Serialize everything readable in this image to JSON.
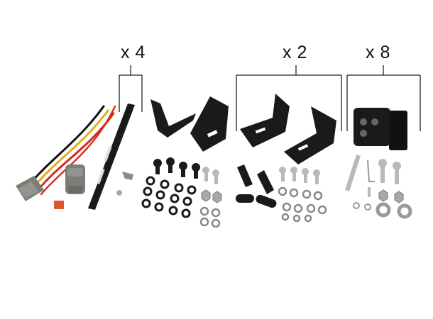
{
  "labels": {
    "group_1": "x 4",
    "group_2": "x 2",
    "group_3": "x 8"
  },
  "colors": {
    "bracket": "#1a1a1a",
    "steel": "#b9b9b9",
    "connector": "#7d7d78",
    "wire_red": "#d42a1e",
    "wire_yellow": "#e0b020",
    "wire_black": "#111111",
    "plug_orange": "#e2552a"
  },
  "parts": [
    "wiring-harness",
    "connector-plug",
    "pin-wedge",
    "vertical-mount-strip",
    "l-bracket-pair-a",
    "l-bracket-pair-b",
    "hinge-block",
    "screws",
    "washers",
    "nuts",
    "bolts",
    "hex-key"
  ]
}
